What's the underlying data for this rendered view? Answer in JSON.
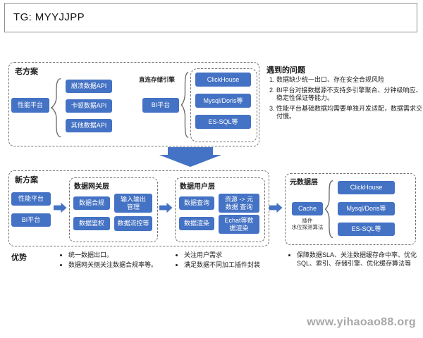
{
  "header": {
    "title": "TG: MYYJJPP"
  },
  "icons": {
    "arrow_right": "block-arrow-right",
    "arrow_down": "block-arrow-down",
    "brace": "curly-brace"
  },
  "colors": {
    "box_blue": "#4472c4",
    "dash_border": "#6e6e6e",
    "watermark_gray": "#a8a8a8"
  },
  "old_solution": {
    "label": "老方案",
    "platform": "性能平台",
    "apis": [
      "崩溃数据API",
      "卡顿数据API",
      "其他数据API"
    ],
    "direct_connect_label": "直连存储引擎",
    "bi_platform": "BI平台",
    "engines": [
      "ClickHouse",
      "Mysql/Doris等",
      "ES-SQL等"
    ]
  },
  "problems": {
    "title": "遇到的问题",
    "items": [
      "数据缺少统一出口、存在安全合规风险",
      "BI平台对接数据源不支持多引擎聚合、分钟级响应、稳定性保证等能力。",
      "性能平台基础数据均需要单独开发适配，数据需求交付慢。"
    ]
  },
  "new_solution": {
    "label": "新方案",
    "platforms": [
      "性能平台",
      "BI平台"
    ],
    "gateway_layer": {
      "title": "数据网关层",
      "boxes": [
        "数据合规",
        "输入输出\n管理",
        "数据鉴权",
        "数据流控等"
      ]
    },
    "user_layer": {
      "title": "数据用户层",
      "boxes": [
        "数据查询",
        "资源 -> 元\n数据 查询",
        "数据渲染",
        "Echat等数\n据渲染"
      ]
    },
    "meta_layer": {
      "title": "元数据层",
      "cache": "Cache",
      "cache_note": "插件\n水位探测算法",
      "engines": [
        "ClickHouse",
        "Mysql/Doris等",
        "ES-SQL等"
      ]
    }
  },
  "advantages": {
    "label": "优势",
    "col1": [
      "统一数据出口。",
      "数据网关侧关注数据合规率等。"
    ],
    "col2": [
      "关注用户需求",
      "满足数据不同加工插件封装"
    ],
    "col3": [
      "保障数据SLA、关注数据缓存命中率、优化SQL、索引、存储引擎、优化缓存算法等"
    ]
  },
  "watermark": "www.yihaoao88.org"
}
